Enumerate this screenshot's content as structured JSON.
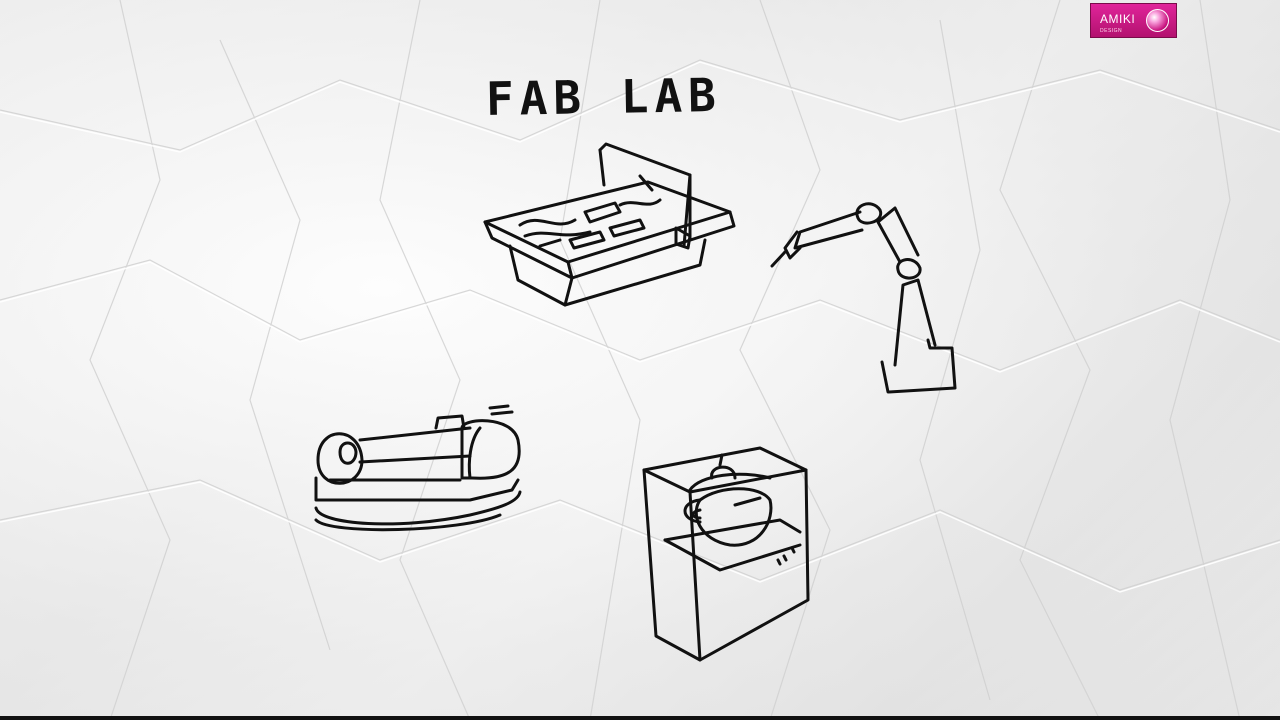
{
  "scene": {
    "title": "FAB LAB",
    "ink_color": "#111111",
    "paper_color": "#f3f3f3"
  },
  "logo": {
    "text": "AMIKI",
    "subtext": "DESIGN",
    "accent_color": "#d31a8a",
    "icon": "glossy-sphere-icon"
  },
  "drawings": [
    {
      "name": "cnc-router",
      "icon": "cnc-machine-icon"
    },
    {
      "name": "robotic-arm",
      "icon": "robot-arm-icon"
    },
    {
      "name": "lathe",
      "icon": "lathe-icon"
    },
    {
      "name": "3d-printer",
      "icon": "3d-printer-icon"
    }
  ]
}
